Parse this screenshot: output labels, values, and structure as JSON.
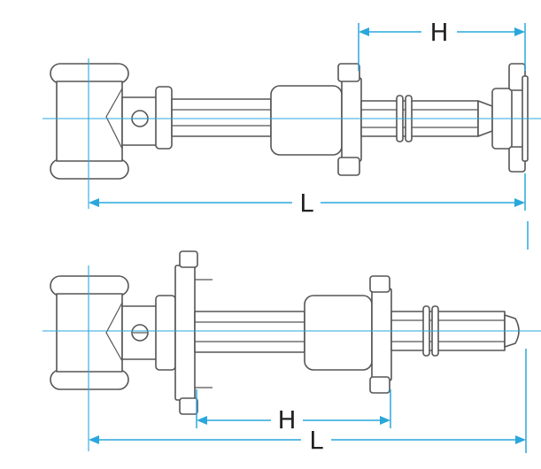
{
  "diagram": {
    "colors": {
      "outline": "#555555",
      "dimension": "#2aa7dc",
      "text": "#222222"
    },
    "top_view": {
      "dim_h_label": "H",
      "dim_l_label": "L"
    },
    "bottom_view": {
      "dim_h_label": "H",
      "dim_l_label": "L"
    }
  }
}
